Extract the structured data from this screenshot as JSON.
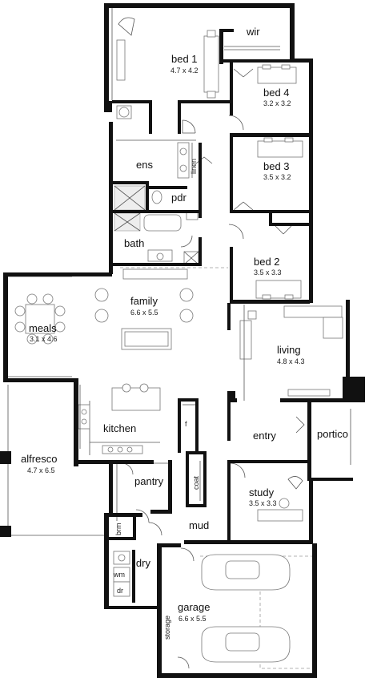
{
  "rooms": {
    "wir": "wir",
    "bed1": {
      "name": "bed 1",
      "dim": "4.7 x 4.2"
    },
    "bed4": {
      "name": "bed 4",
      "dim": "3.2 x 3.2"
    },
    "bed3": {
      "name": "bed 3",
      "dim": "3.5 x 3.2"
    },
    "bed2": {
      "name": "bed 2",
      "dim": "3.5 x 3.3"
    },
    "ens": "ens",
    "linen": "linen",
    "pdr": "pdr",
    "bath": "bath",
    "family": {
      "name": "family",
      "dim": "6.6 x 5.5"
    },
    "meals": {
      "name": "meals",
      "dim": "3.1 x 4.6"
    },
    "living": {
      "name": "living",
      "dim": "4.8 x 4.3"
    },
    "kitchen": "kitchen",
    "f": "f",
    "entry": "entry",
    "portico": "portico",
    "alfresco": {
      "name": "alfresco",
      "dim": "4.7 x 6.5"
    },
    "pantry": "pantry",
    "coat": "coat",
    "study": {
      "name": "study",
      "dim": "3.5 x 3.3"
    },
    "mud": "mud",
    "brm": "brm",
    "ldry": "ldry",
    "wm": "wm",
    "dr": "dr",
    "garage": {
      "name": "garage",
      "dim": "6.6 x 5.5"
    },
    "storage": "storage"
  }
}
